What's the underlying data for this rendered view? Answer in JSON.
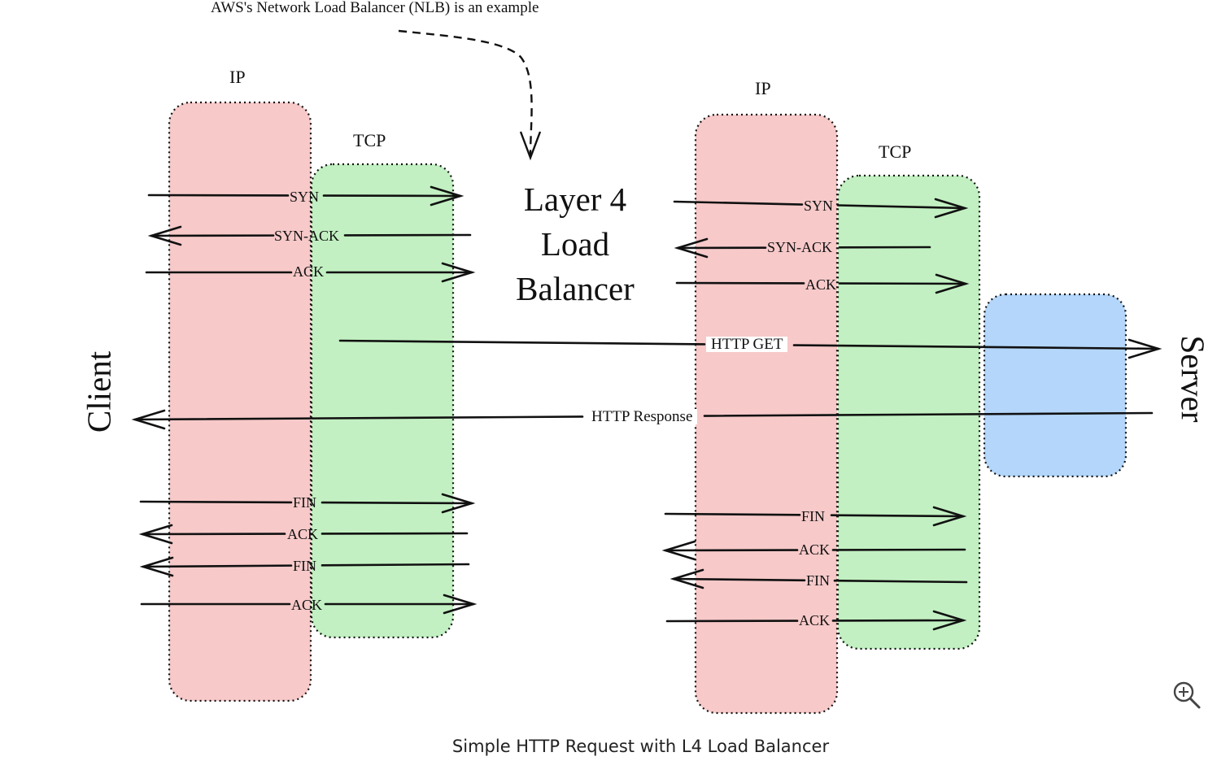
{
  "annotation": "AWS's Network Load Balancer (NLB) is an example",
  "title": "Layer 4 Load Balancer",
  "client_label": "Client",
  "server_label": "Server",
  "left_layers": {
    "ip": "IP",
    "tcp": "TCP"
  },
  "right_layers": {
    "ip": "IP",
    "tcp": "TCP"
  },
  "left_handshake": [
    "SYN",
    "SYN-ACK",
    "ACK"
  ],
  "right_handshake": [
    "SYN",
    "SYN-ACK",
    "ACK"
  ],
  "http_get": "HTTP GET",
  "http_response": "HTTP Response",
  "left_teardown": [
    "FIN",
    "ACK",
    "FIN",
    "ACK"
  ],
  "right_teardown": [
    "FIN",
    "ACK",
    "FIN",
    "ACK"
  ],
  "caption": "Simple HTTP Request with L4 Load Balancer",
  "icons": {
    "zoom": "zoom-in-icon"
  },
  "colors": {
    "ip": "#f7c9c9",
    "tcp": "#c2f0c2",
    "server": "#b3d6fa",
    "stroke": "#111111"
  }
}
